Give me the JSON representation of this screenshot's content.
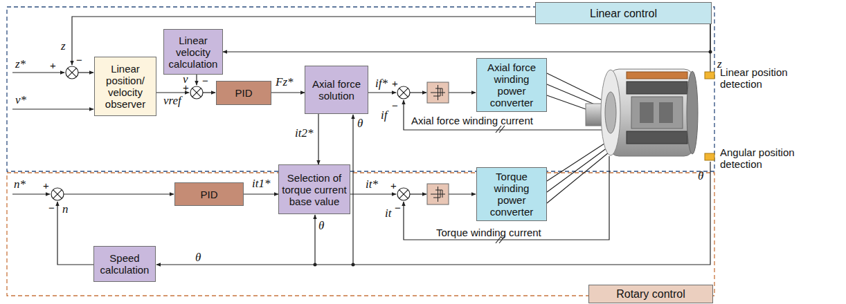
{
  "diagram": {
    "nodes": [
      {
        "text": [
          "Linear control"
        ]
      },
      {
        "text": [
          "Linear velocity calculation"
        ]
      },
      {
        "text": [
          "Linear position/ velocity observer"
        ]
      },
      {
        "text": [
          "PID"
        ]
      },
      {
        "text": [
          "Axial force solution"
        ]
      },
      {
        "text": [
          "Axial force winding power converter"
        ]
      },
      {
        "text": [
          "PID"
        ]
      },
      {
        "text": [
          "Selection of torque current base value"
        ]
      },
      {
        "text": [
          "Torque winding power converter"
        ]
      },
      {
        "text": [
          "Speed calculation"
        ]
      },
      {
        "text": [
          "Rotary control"
        ]
      }
    ],
    "edges": [
      {
        "from": 3,
        "to": 4,
        "arrow": "to",
        "label": "Fz*"
      },
      {
        "from": 4,
        "to": 7,
        "arrow": "to",
        "label": "it2*"
      },
      {
        "from": 6,
        "to": 7,
        "arrow": "to",
        "label": "it1*"
      },
      {
        "from": 0,
        "to": 1,
        "arrow": "to"
      }
    ],
    "labels": [
      "z",
      "−",
      "z*",
      "+",
      "v*",
      "v",
      "−",
      "vref",
      "+",
      "if*",
      "+",
      "−",
      "if",
      "Axial force winding current",
      "z",
      "Linear position detection",
      "Angular position detection",
      "θ",
      "n*",
      "+",
      "n",
      "−",
      "θ",
      "θ",
      "it*",
      "+",
      "it",
      "−",
      "Torque winding current",
      "θ"
    ]
  }
}
